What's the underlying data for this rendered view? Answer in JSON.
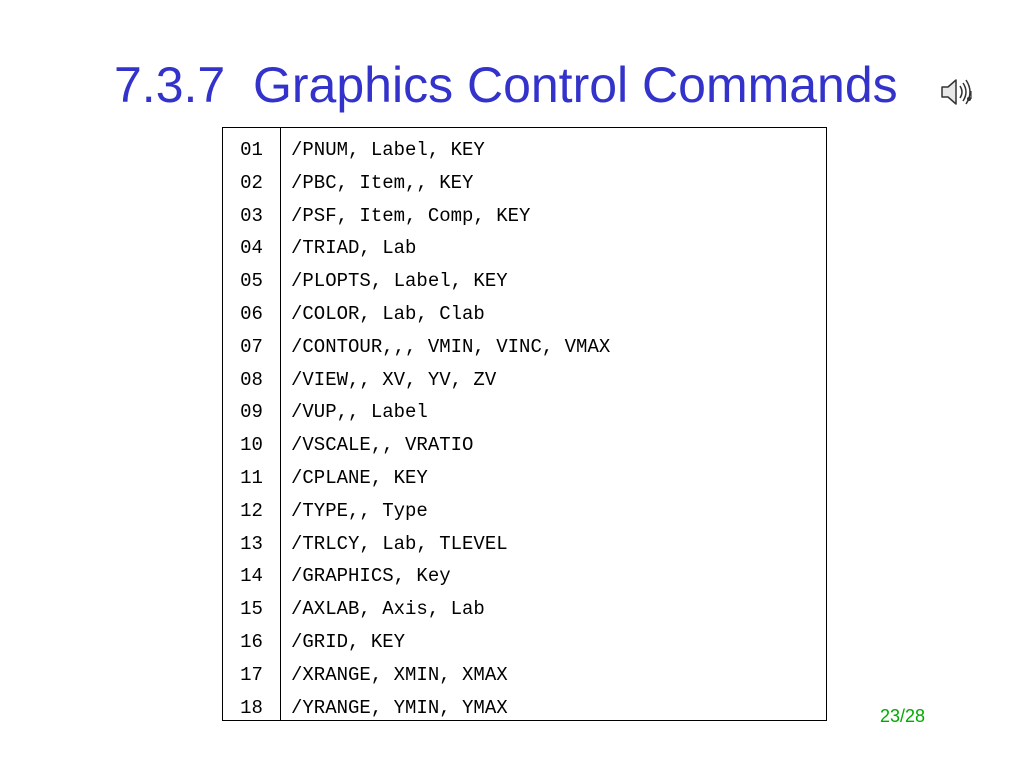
{
  "slide": {
    "title": "7.3.7  Graphics Control Commands",
    "speaker_icon": "speaker-sound-icon",
    "page_number": "23/28"
  },
  "code": {
    "lines": [
      {
        "num": "01",
        "text": "/PNUM, Label, KEY"
      },
      {
        "num": "02",
        "text": "/PBC, Item,, KEY"
      },
      {
        "num": "03",
        "text": "/PSF, Item, Comp, KEY"
      },
      {
        "num": "04",
        "text": "/TRIAD, Lab"
      },
      {
        "num": "05",
        "text": "/PLOPTS, Label, KEY"
      },
      {
        "num": "06",
        "text": "/COLOR, Lab, Clab"
      },
      {
        "num": "07",
        "text": "/CONTOUR,,, VMIN, VINC, VMAX"
      },
      {
        "num": "08",
        "text": "/VIEW,, XV, YV, ZV"
      },
      {
        "num": "09",
        "text": "/VUP,, Label"
      },
      {
        "num": "10",
        "text": "/VSCALE,, VRATIO"
      },
      {
        "num": "11",
        "text": "/CPLANE, KEY"
      },
      {
        "num": "12",
        "text": "/TYPE,, Type"
      },
      {
        "num": "13",
        "text": "/TRLCY, Lab, TLEVEL"
      },
      {
        "num": "14",
        "text": "/GRAPHICS, Key"
      },
      {
        "num": "15",
        "text": "/AXLAB, Axis, Lab"
      },
      {
        "num": "16",
        "text": "/GRID, KEY"
      },
      {
        "num": "17",
        "text": "/XRANGE, XMIN, XMAX"
      },
      {
        "num": "18",
        "text": "/YRANGE, YMIN, YMAX"
      }
    ]
  },
  "colors": {
    "title": "#3333cc",
    "page_number": "#00aa00",
    "text": "#000000"
  }
}
